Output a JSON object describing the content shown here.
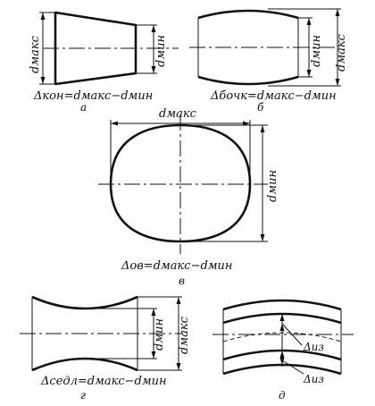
{
  "figures": {
    "a": {
      "dim_max": "dмакс",
      "dim_min": "dмин",
      "formula": "Δкон=dмакс−dмин",
      "letter": "а"
    },
    "b": {
      "dim_max": "dмакс",
      "dim_min": "dмин",
      "formula": "Δбочк=dмакс−dмин",
      "letter": "б"
    },
    "v": {
      "dim_max": "dмакс",
      "dim_min": "dмин",
      "formula": "Δов=dмакс−dмин",
      "letter": "в"
    },
    "g": {
      "dim_max": "dмакс",
      "dim_min": "dмин",
      "formula": "Δседл=dмакс−dмин",
      "letter": "г"
    },
    "d": {
      "delta_top": "Δиз",
      "delta_bottom": "Δиз",
      "letter": "д"
    }
  }
}
